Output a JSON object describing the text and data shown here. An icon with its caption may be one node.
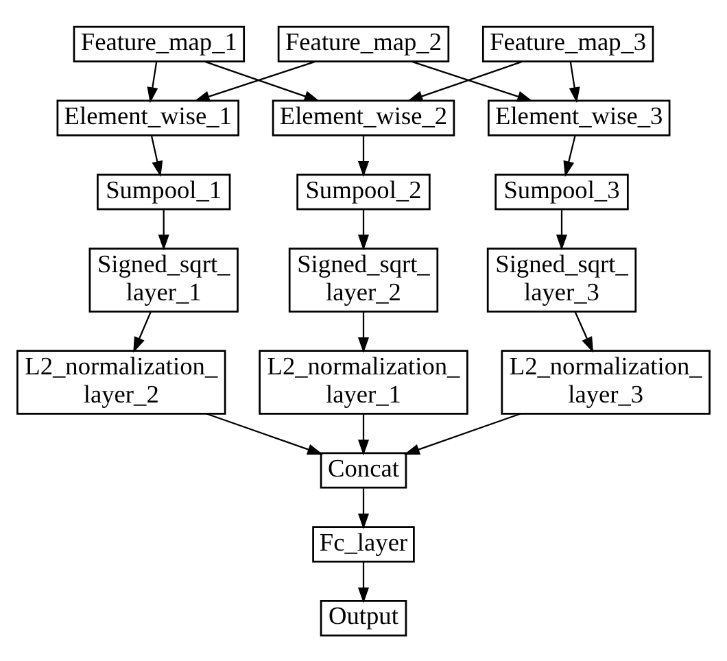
{
  "diagram": {
    "nodes": [
      {
        "text": [
          "Feature_map_1"
        ]
      },
      {
        "text": [
          "Feature_map_2"
        ]
      },
      {
        "text": [
          "Feature_map_3"
        ]
      },
      {
        "text": [
          "Element_wise_1"
        ]
      },
      {
        "text": [
          "Element_wise_2"
        ]
      },
      {
        "text": [
          "Element_wise_3"
        ]
      },
      {
        "text": [
          "Sumpool_1"
        ]
      },
      {
        "text": [
          "Sumpool_2"
        ]
      },
      {
        "text": [
          "Sumpool_3"
        ]
      },
      {
        "text": [
          "Signed_sqrt_ layer_1"
        ]
      },
      {
        "text": [
          "Signed_sqrt_ layer_2"
        ]
      },
      {
        "text": [
          "Signed_sqrt_ layer_3"
        ]
      },
      {
        "text": [
          "L2_normalization_ layer_2"
        ]
      },
      {
        "text": [
          "L2_normalization_ layer_1"
        ]
      },
      {
        "text": [
          "L2_normalization_ layer_3"
        ]
      },
      {
        "text": [
          "Concat"
        ]
      },
      {
        "text": [
          "Fc_layer"
        ]
      },
      {
        "text": [
          "Output"
        ]
      }
    ],
    "edges": [
      {
        "from": 0,
        "to": 3,
        "arrow": "to"
      },
      {
        "from": 0,
        "to": 4,
        "arrow": "to"
      },
      {
        "from": 1,
        "to": 3,
        "arrow": "to"
      },
      {
        "from": 1,
        "to": 5,
        "arrow": "to"
      },
      {
        "from": 2,
        "to": 4,
        "arrow": "to"
      },
      {
        "from": 2,
        "to": 5,
        "arrow": "to"
      },
      {
        "from": 3,
        "to": 6,
        "arrow": "to"
      },
      {
        "from": 4,
        "to": 7,
        "arrow": "to"
      },
      {
        "from": 5,
        "to": 8,
        "arrow": "to"
      },
      {
        "from": 6,
        "to": 9,
        "arrow": "to"
      },
      {
        "from": 7,
        "to": 10,
        "arrow": "to"
      },
      {
        "from": 8,
        "to": 11,
        "arrow": "to"
      },
      {
        "from": 9,
        "to": 12,
        "arrow": "to"
      },
      {
        "from": 10,
        "to": 13,
        "arrow": "to"
      },
      {
        "from": 11,
        "to": 14,
        "arrow": "to"
      },
      {
        "from": 12,
        "to": 15,
        "arrow": "to"
      },
      {
        "from": 13,
        "to": 15,
        "arrow": "to"
      },
      {
        "from": 14,
        "to": 15,
        "arrow": "to"
      },
      {
        "from": 15,
        "to": 16,
        "arrow": "to"
      },
      {
        "from": 16,
        "to": 17,
        "arrow": "to"
      }
    ]
  }
}
